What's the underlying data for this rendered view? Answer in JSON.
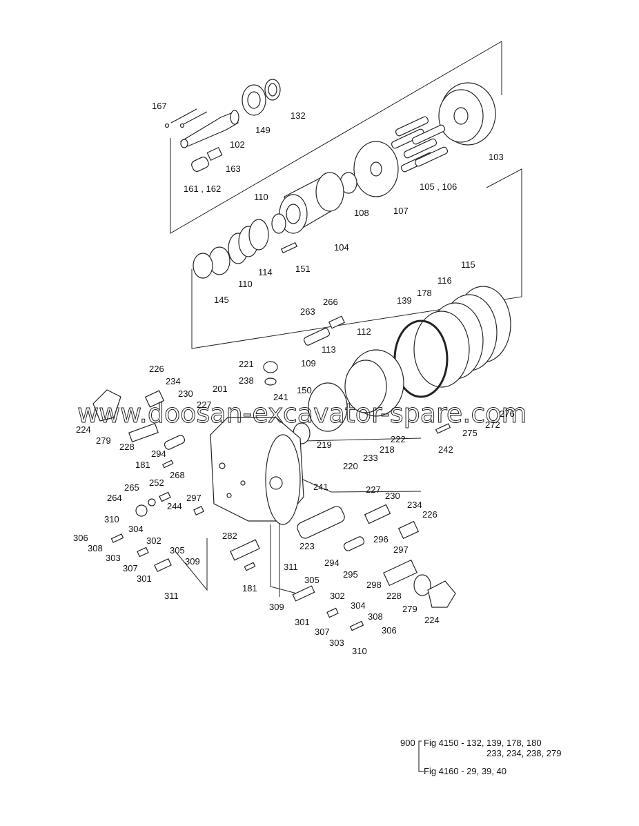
{
  "watermark": "www.doosan-excavator-spare.com",
  "labels": {
    "l167": "167",
    "l102": "102",
    "l149": "149",
    "l132": "132",
    "l163": "163",
    "l161": "161 , 162",
    "l103": "103",
    "l105": "105 , 106",
    "l107": "107",
    "l108": "108",
    "l104": "104",
    "l110a": "110",
    "l110b": "110",
    "l114": "114",
    "l151": "151",
    "l145": "145",
    "l115": "115",
    "l116": "116",
    "l178": "178",
    "l139": "139",
    "l266": "266",
    "l263": "263",
    "l112": "112",
    "l113": "113",
    "l221": "221",
    "l238": "238",
    "l109": "109",
    "l150": "150",
    "l241a": "241",
    "l241b": "241",
    "l201": "201",
    "l226a": "226",
    "l234a": "234",
    "l230a": "230",
    "l227a": "227",
    "l224a": "224",
    "l279a": "279",
    "l228a": "228",
    "l294a": "294",
    "l181a": "181",
    "l219": "219",
    "l222": "222",
    "l218": "218",
    "l233": "233",
    "l220": "220",
    "l275": "275",
    "l272": "272",
    "l276": "276",
    "l242": "242",
    "l268": "268",
    "l265": "265",
    "l252": "252",
    "l264": "264",
    "l297a": "297",
    "l244": "244",
    "l227b": "227",
    "l230b": "230",
    "l234b": "234",
    "l226b": "226",
    "l310a": "310",
    "l306a": "306",
    "l304a": "304",
    "l308a": "308",
    "l302a": "302",
    "l303a": "303",
    "l305a": "305",
    "l307a": "307",
    "l309a": "309",
    "l301a": "301",
    "l311a": "311",
    "l282": "282",
    "l223": "223",
    "l296": "296",
    "l297b": "297",
    "l294b": "294",
    "l295": "295",
    "l298": "298",
    "l228b": "228",
    "l279b": "279",
    "l224b": "224",
    "l181b": "181",
    "l311b": "311",
    "l305b": "305",
    "l309b": "309",
    "l302b": "302",
    "l304b": "304",
    "l301b": "301",
    "l307b": "307",
    "l308b": "308",
    "l306b": "306",
    "l303b": "303",
    "l310b": "310"
  },
  "reference": {
    "num": "900",
    "line1": "Fig 4150 - 132, 139, 178, 180",
    "line2": "233, 234, 238, 279",
    "line3": "Fig 4160 - 29, 39, 40"
  }
}
